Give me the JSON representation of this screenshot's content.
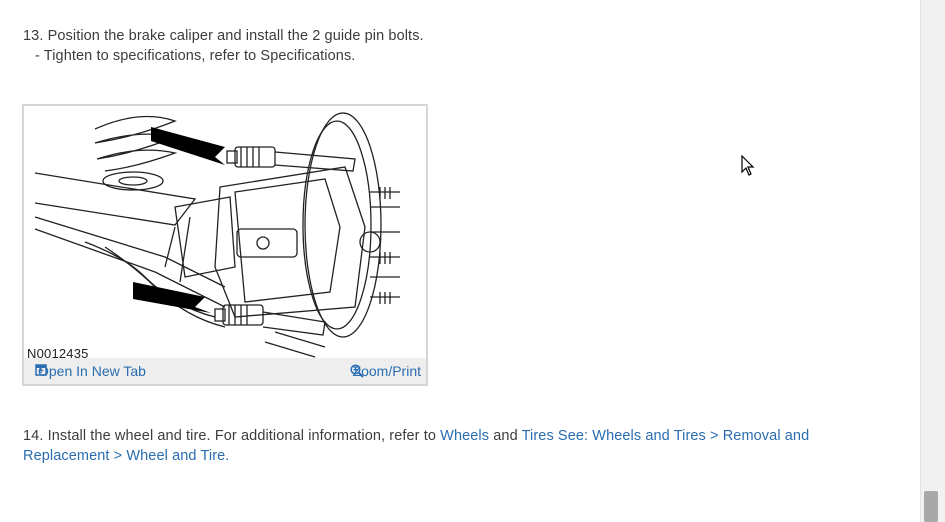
{
  "step13": {
    "text": "13. Position the brake caliper and install the 2 guide pin bolts.",
    "sub": "-  Tighten to specifications, refer to Specifications."
  },
  "figure": {
    "id": "N0012435",
    "open_tab_label": "Open In New Tab",
    "zoom_label": "Zoom/Print",
    "open_tab_icon": "open-in-new-tab-icon",
    "zoom_icon": "magnifier-zoom-icon"
  },
  "step14": {
    "text_prefix": "14. Install the wheel and tire. For additional information, refer to ",
    "link_wheels": "Wheels",
    "connector": " and ",
    "link_tires": "Tires See: Wheels and Tires > Removal and Replacement > Wheel and Tire."
  },
  "colors": {
    "link": "#2a6db0",
    "text": "#3c3c3c",
    "figure_bar": "#eeeeee"
  }
}
